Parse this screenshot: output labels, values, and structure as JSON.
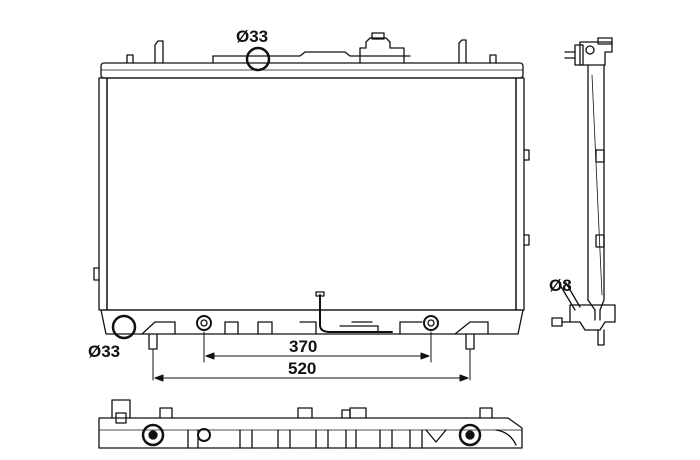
{
  "dimensions": {
    "top_inlet_diameter": "Ø33",
    "bottom_outlet_diameter": "Ø33",
    "side_fitting_diameter": "Ø8",
    "pipe_spacing": "370",
    "mount_spacing": "520"
  }
}
